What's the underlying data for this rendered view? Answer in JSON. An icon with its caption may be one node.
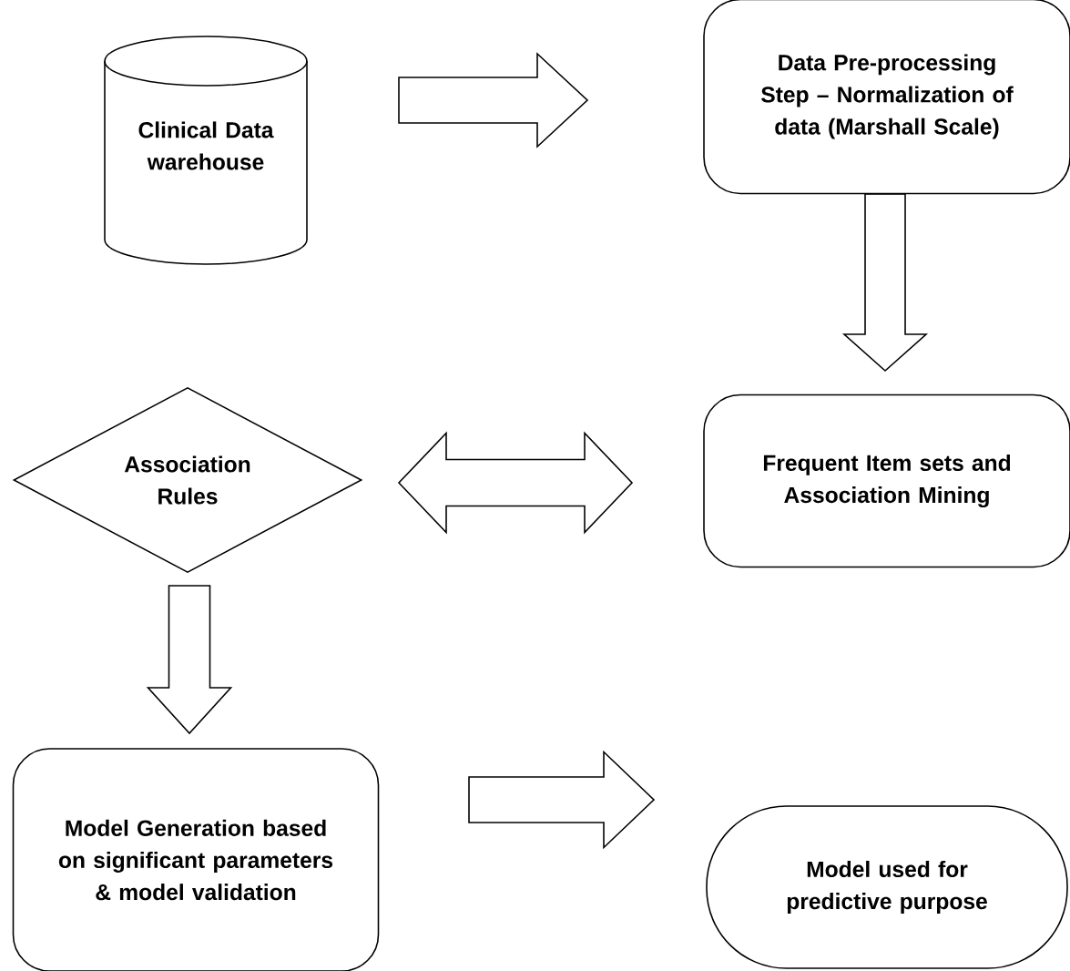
{
  "diagram": {
    "nodes": [
      {
        "text": [
          "Clinical Data warehouse"
        ]
      },
      {
        "text": [
          "Data Pre-processing Step – Normalization of data (Marshall Scale)"
        ]
      },
      {
        "text": [
          "Frequent Item sets and Association Mining"
        ]
      },
      {
        "text": [
          "Association Rules"
        ]
      },
      {
        "text": [
          "Model Generation based on significant parameters & model validation"
        ]
      },
      {
        "text": [
          "Model used for predictive purpose"
        ]
      }
    ],
    "edges": [
      {
        "from": 0,
        "to": 1,
        "arrow": "to"
      },
      {
        "from": 1,
        "to": 2,
        "arrow": "to"
      },
      {
        "from": 3,
        "to": 2,
        "arrow": "both"
      },
      {
        "from": 3,
        "to": 4,
        "arrow": "to"
      },
      {
        "from": 4,
        "to": 5,
        "arrow": "to"
      }
    ]
  }
}
